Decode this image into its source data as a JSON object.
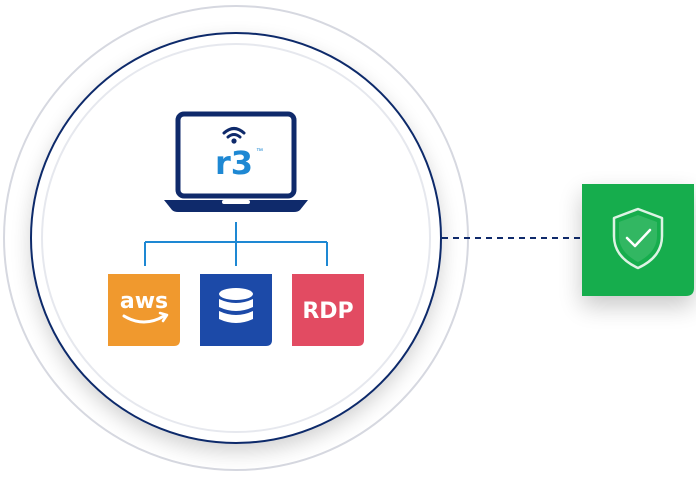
{
  "laptop": {
    "icon": "laptop-icon",
    "logo_text": "r3",
    "logo_mark": "™"
  },
  "resources": [
    {
      "id": "aws",
      "label": "aws",
      "icon": "aws-logo-icon",
      "color": "#f0992e"
    },
    {
      "id": "database",
      "label": "",
      "icon": "database-icon",
      "color": "#1c4aa8"
    },
    {
      "id": "rdp",
      "label": "RDP",
      "icon": "rdp-icon",
      "color": "#e24b62"
    }
  ],
  "shield": {
    "icon": "shield-check-icon",
    "color": "#17ad4e"
  },
  "colors": {
    "navy": "#0f2a6b",
    "brand_blue": "#1e88d3",
    "connector_blue": "#1e88d3",
    "ring": "#d6d8e0"
  }
}
